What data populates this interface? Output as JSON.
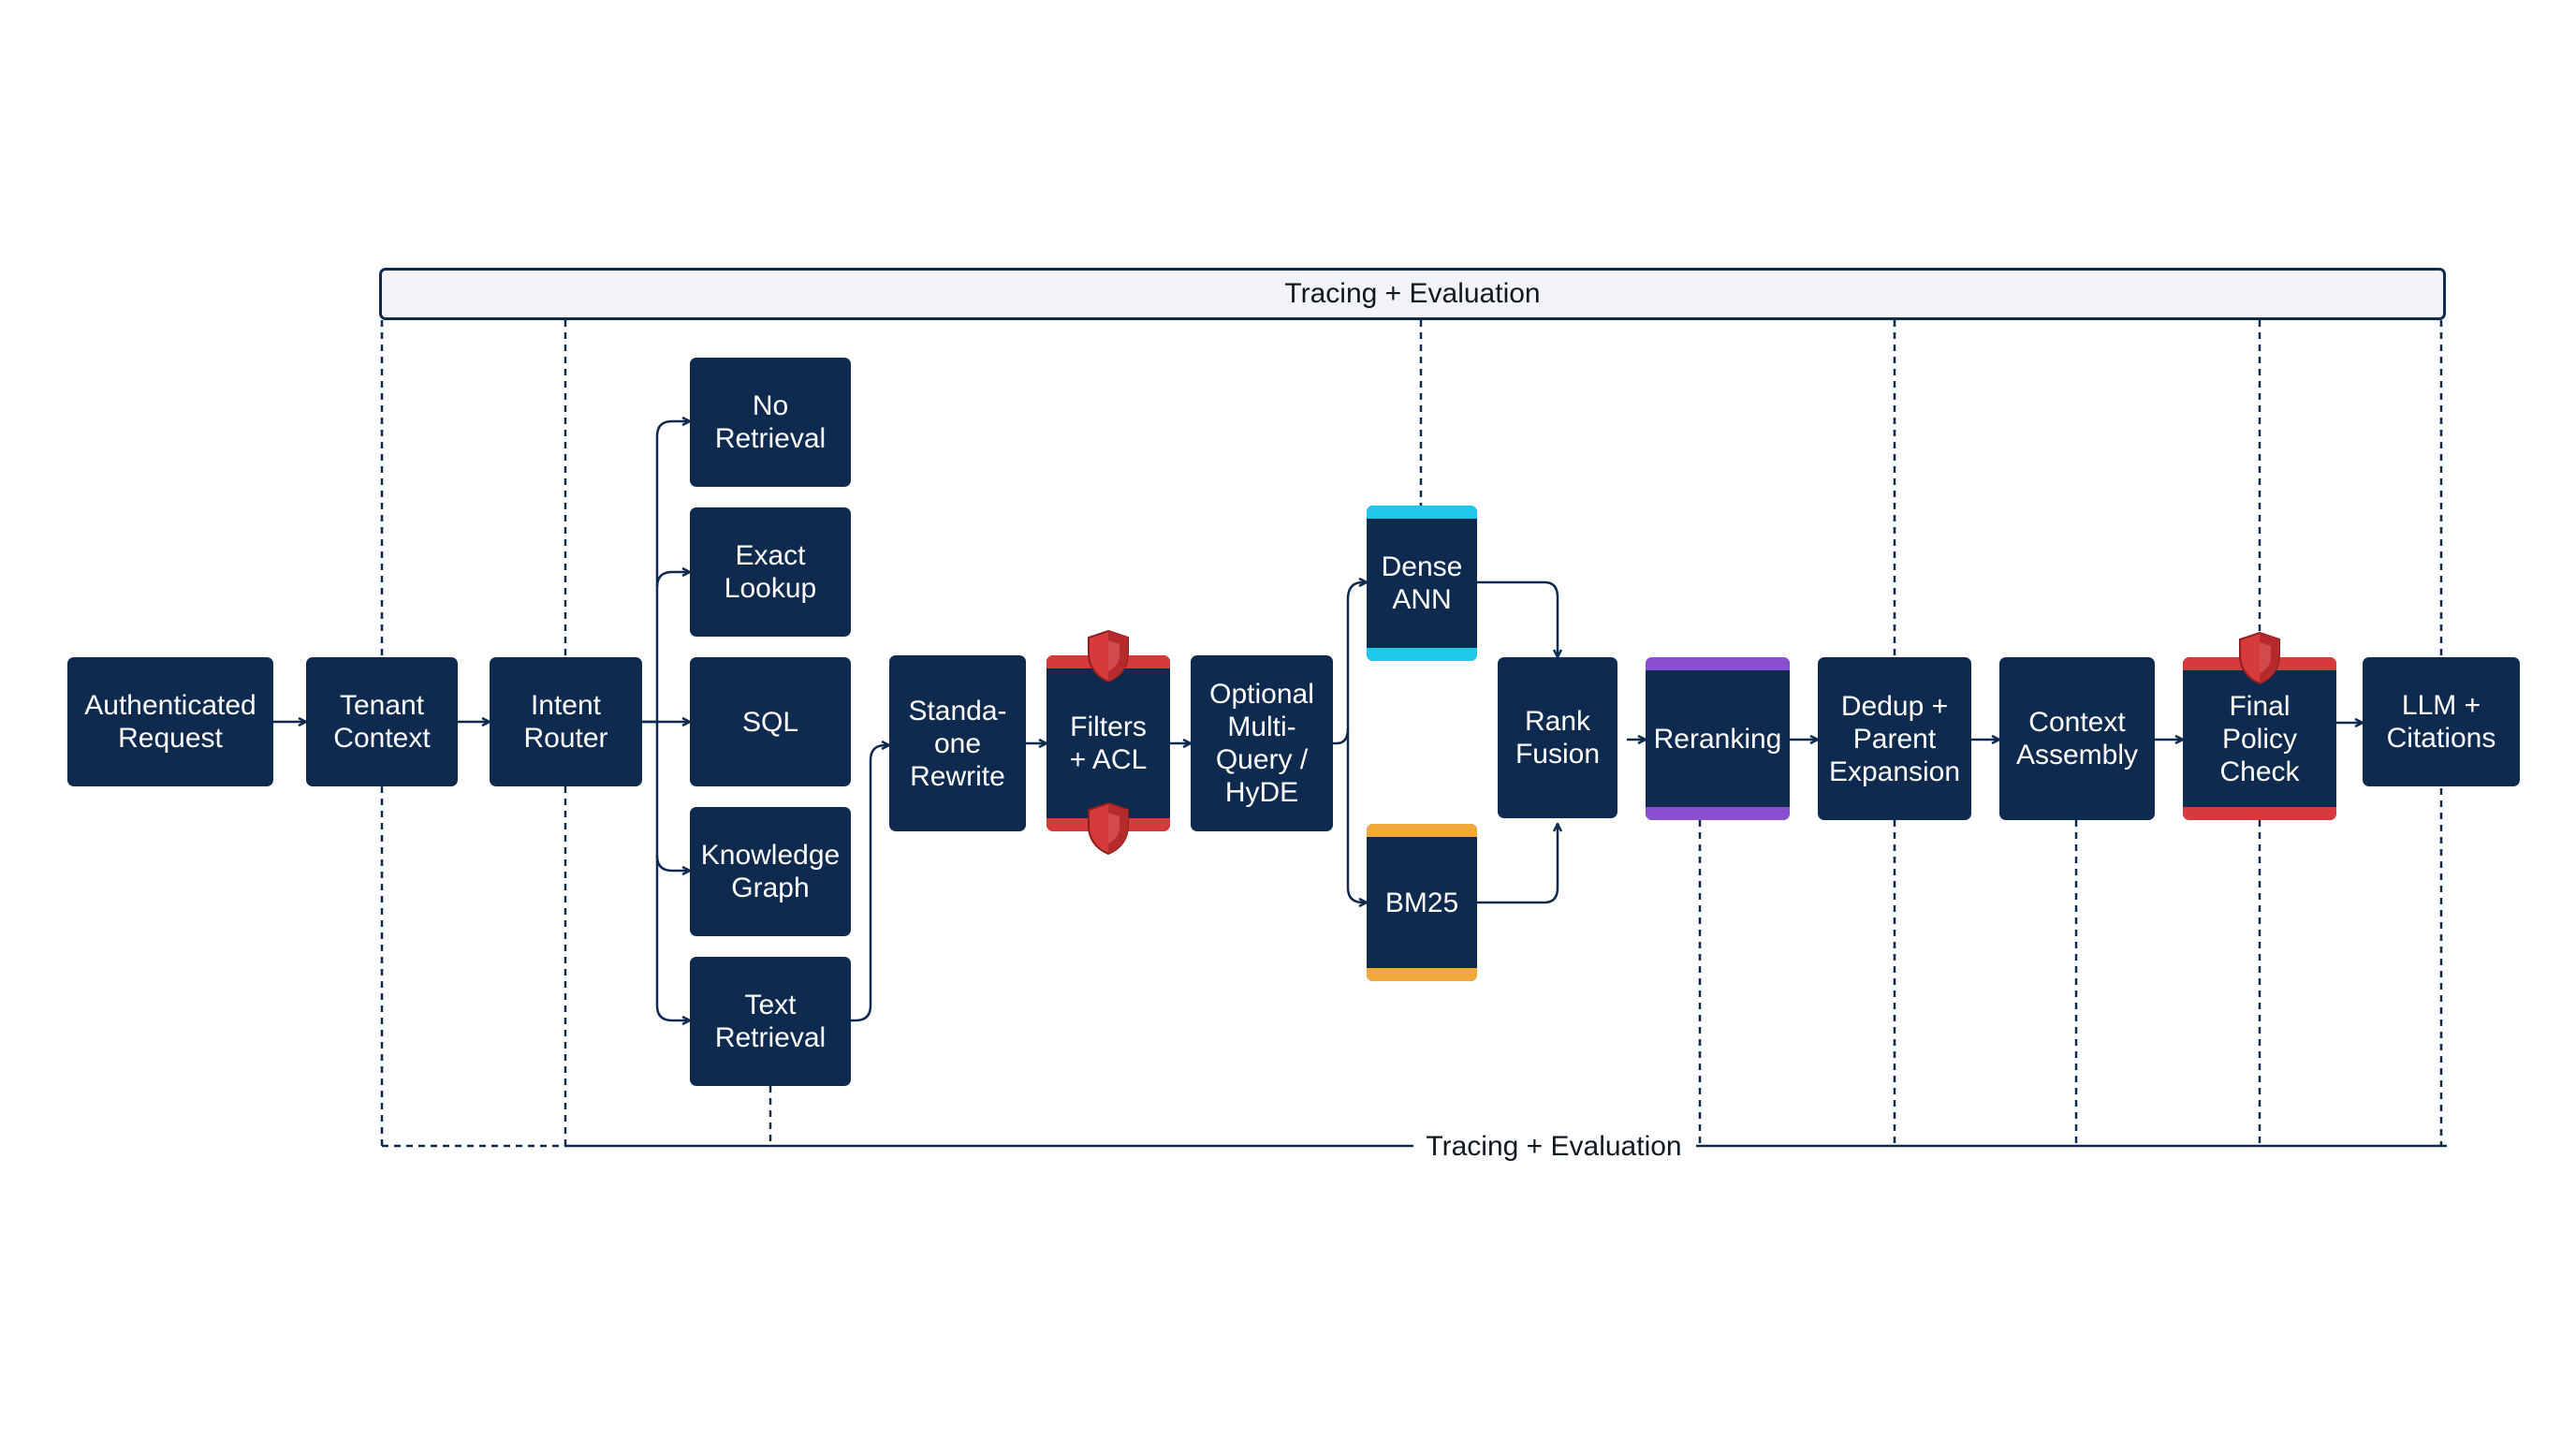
{
  "tracing": {
    "top_label": "Tracing + Evaluation",
    "bottom_label": "Tracing + Evaluation"
  },
  "nodes": {
    "authenticated_request": "Authenticated\nRequest",
    "tenant_context": "Tenant\nContext",
    "intent_router": "Intent\nRouter",
    "no_retrieval": "No\nRetrieval",
    "exact_lookup": "Exact\nLookup",
    "sql": "SQL",
    "knowledge_graph": "Knowledge\nGraph",
    "text_retrieval": "Text\nRetrieval",
    "standalone_rewrite": "Standa-\none\nRewrite",
    "filters_acl": "Filters\n+ ACL",
    "multi_query": "Optional\nMulti-\nQuery /\nHyDE",
    "dense_ann": "Dense\nANN",
    "bm25": "BM25",
    "rank_fusion": "Rank\nFusion",
    "reranking": "Reranking",
    "dedup": "Dedup +\nParent\nExpansion",
    "context_assembly": "Context\nAssembly",
    "final_policy": "Final\nPolicy\nCheck",
    "llm_citations": "LLM +\nCitations"
  },
  "colors": {
    "node_fill": "#0f2a4f",
    "line": "#0f2a4f",
    "dense_accent": "#1ec8e6",
    "bm25_accent": "#f2a93b",
    "rerank_accent": "#8a4fd1",
    "policy_accent": "#d63a3a",
    "trace_fill": "#f2f4f7"
  },
  "icons": {
    "guard": "shield-icon"
  }
}
